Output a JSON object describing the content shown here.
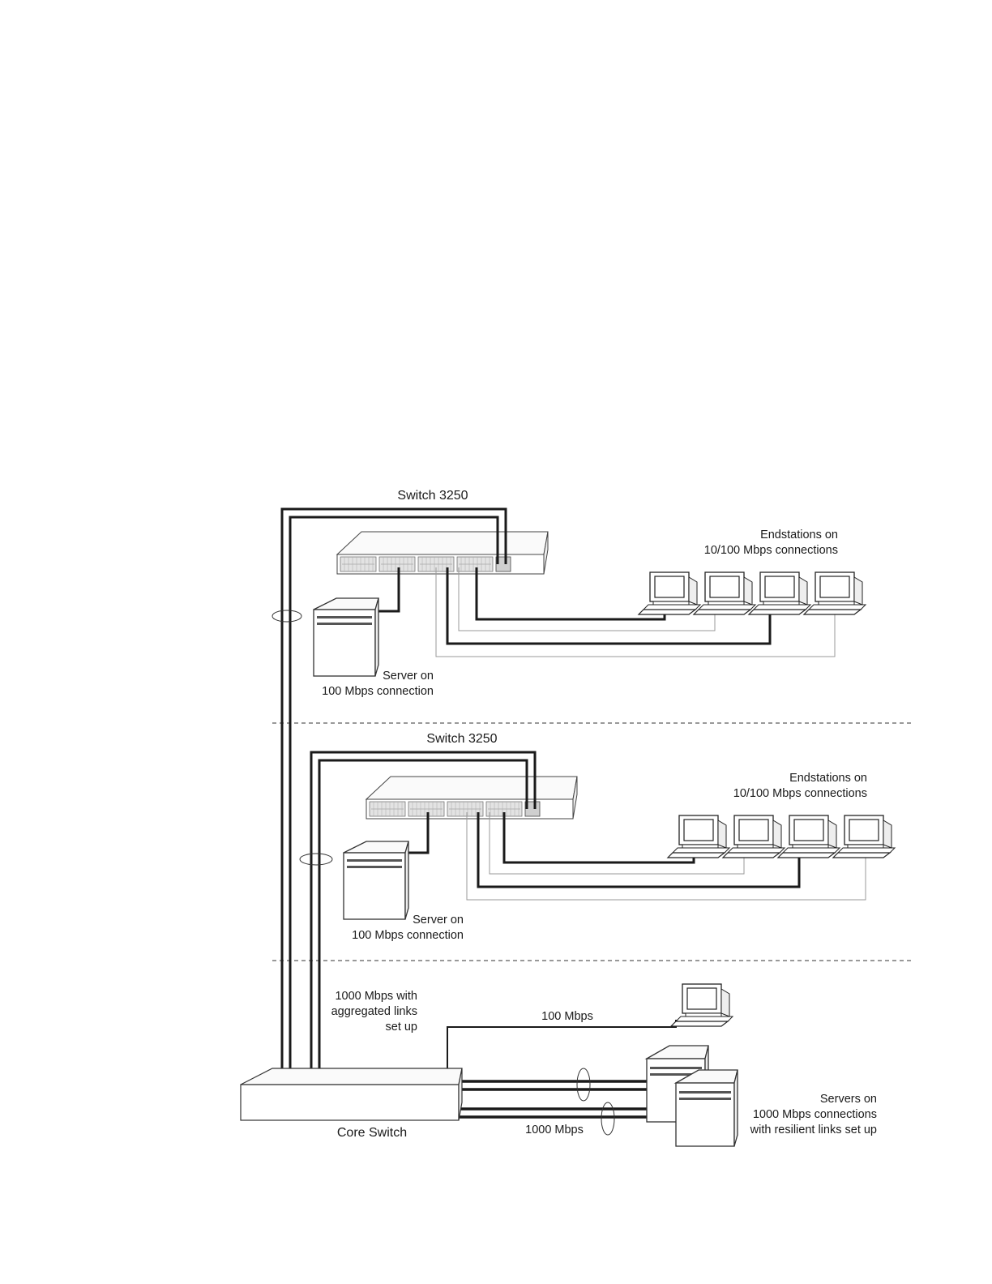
{
  "page": {
    "background": "#ffffff",
    "line_color": "#1a1a1a",
    "thin_line_color": "#999999"
  },
  "top_switch": {
    "title": "Switch 3250",
    "endstations_label": [
      "Endstations on",
      "10/100 Mbps connections"
    ],
    "server_label": [
      "Server  on",
      "100  Mbps connection"
    ]
  },
  "middle_switch": {
    "title": "Switch 3250",
    "endstations_label": [
      "Endstations on",
      "10/100 Mbps connections"
    ],
    "server_label": [
      "Server  on",
      "100  Mbps connection"
    ]
  },
  "core": {
    "title": "Core Switch",
    "aggregated_label": [
      "1000 Mbps with",
      "aggregated links",
      "set up"
    ],
    "link_100_label": "100 Mbps",
    "link_1000_label": "1000 Mbps",
    "servers_label": [
      "Servers  on",
      "1000  Mbps connections",
      "with resilient links set up"
    ]
  },
  "icons": [
    "switch-icon",
    "server-icon",
    "workstation-icon",
    "core-switch-icon"
  ]
}
